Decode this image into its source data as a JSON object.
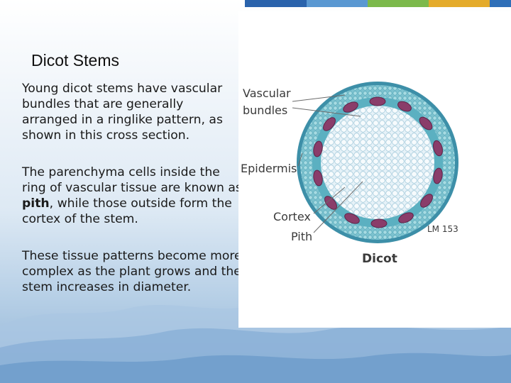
{
  "slide": {
    "title": "Dicot Stems",
    "para1": "Young dicot stems have vascular bundles that are generally arranged in a ringlike pattern, as shown in this cross section.",
    "para2_pre": "The parenchyma cells inside the ring of vascular tissue are known as ",
    "para2_bold": "pith",
    "para2_post": ", while those outside form the cortex of the stem.",
    "para3": "These tissue patterns become more complex as the plant grows and the stem increases in diameter."
  },
  "figure": {
    "label_vascular_line1": "Vascular",
    "label_vascular_line2": "bundles",
    "label_epidermis": "Epidermis",
    "label_cortex": "Cortex",
    "label_pith": "Pith",
    "label_magnification": "LM 153",
    "label_caption": "Dicot"
  },
  "theme": {
    "stripe_colors": [
      "#1f5fa8",
      "#4d8fd0",
      "#7ab648",
      "#e0a92a",
      "#2f6fb8"
    ]
  }
}
